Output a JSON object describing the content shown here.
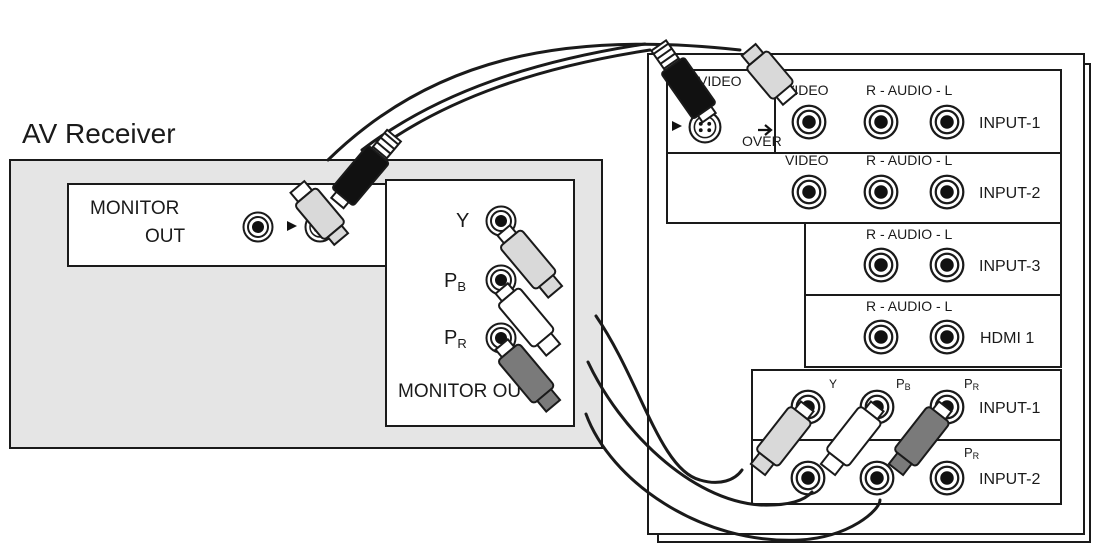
{
  "receiver": {
    "title": "AV Receiver",
    "monitor_out_line1": "MONITOR",
    "monitor_out_line2": "OUT",
    "component_y": "Y",
    "component_pb": "P",
    "component_pb_sub": "B",
    "component_pr": "P",
    "component_pr_sub": "R",
    "component_caption": "MONITOR OU"
  },
  "tv": {
    "input1": {
      "svideo_label": "VIDEO",
      "video_label": "VIDEO",
      "audio_label": "R - AUDIO - L",
      "over_label": "OVER",
      "name": "INPUT-1"
    },
    "input2": {
      "video_label": "VIDEO",
      "audio_label": "R - AUDIO - L",
      "name": "INPUT-2"
    },
    "input3": {
      "audio_label": "R - AUDIO - L",
      "name": "INPUT-3"
    },
    "hdmi1": {
      "audio_label": "R - AUDIO - L",
      "name": "HDMI 1"
    },
    "component1": {
      "y": "Y",
      "pb": "P",
      "pb_sub": "B",
      "pr": "P",
      "pr_sub": "R",
      "name": "INPUT-1"
    },
    "component2": {
      "pr": "P",
      "pr_sub": "R",
      "name": "INPUT-2"
    }
  },
  "colors": {
    "receiver_fill": "#e5e5e5",
    "cable": "#1a1a1a",
    "plug_light": "#d9d9d9",
    "plug_white": "#ffffff",
    "plug_dark": "#7a7a7a",
    "plug_black": "#111111"
  }
}
